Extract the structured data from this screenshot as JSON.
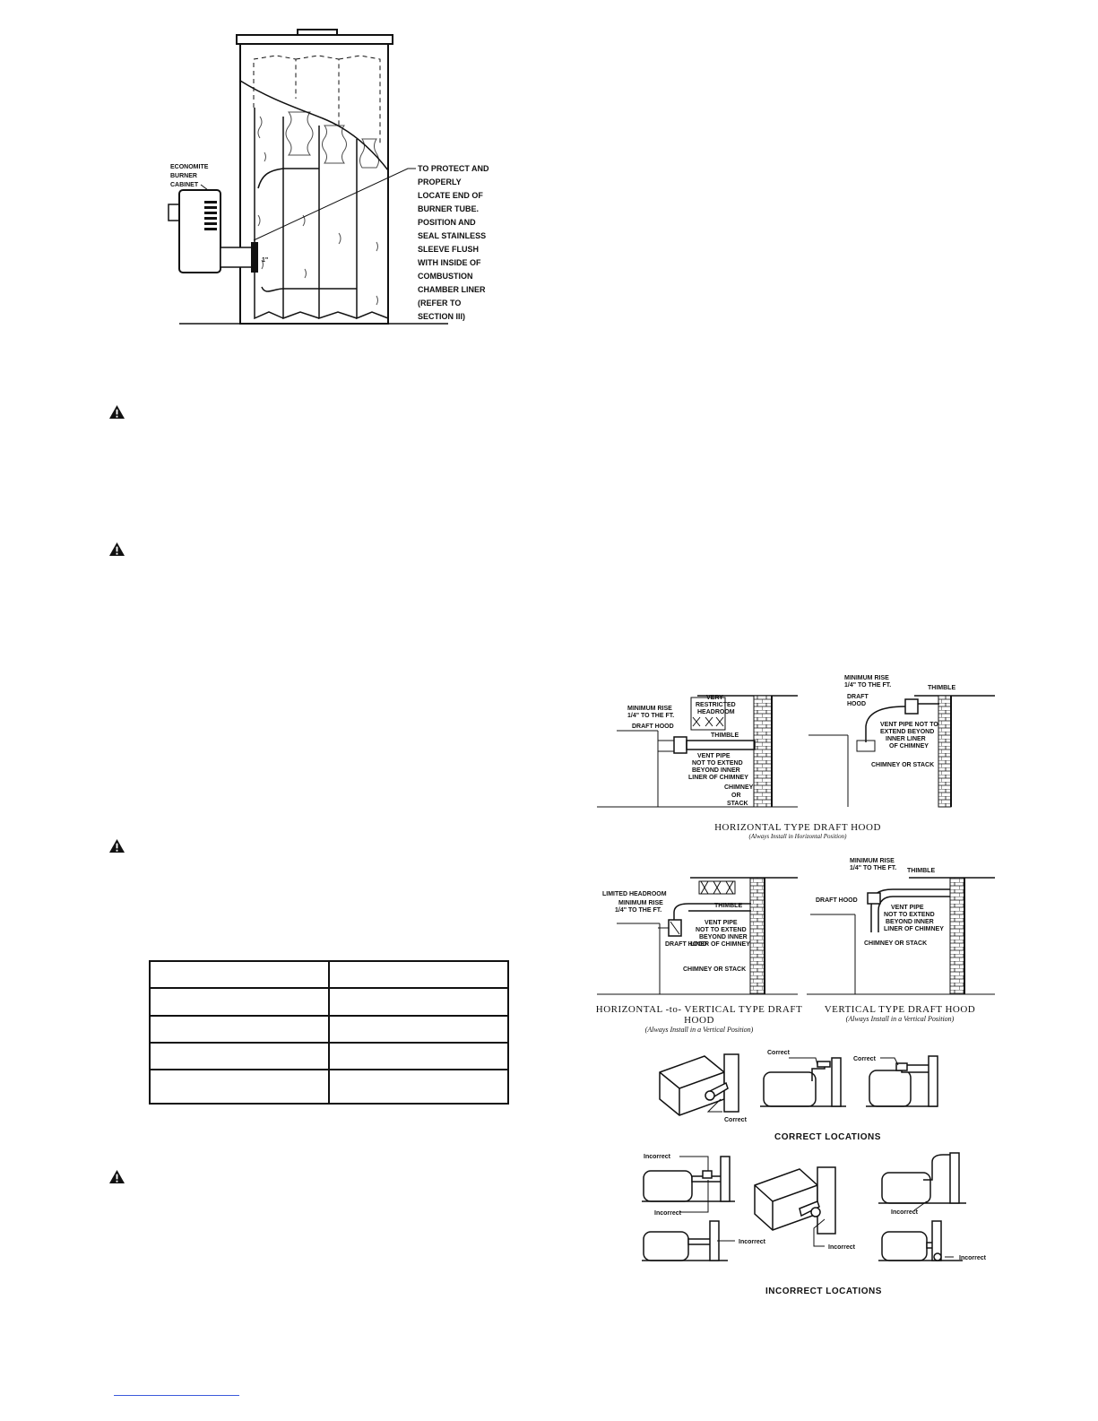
{
  "figure1": {
    "cabinet_label": [
      "ECONOMITE",
      "BURNER",
      "CABINET"
    ],
    "dimension_label": "1\"",
    "note_lines": [
      "TO PROTECT AND",
      "PROPERLY",
      "LOCATE END OF",
      "BURNER TUBE.",
      "POSITION AND",
      "SEAL STAINLESS",
      "SLEEVE FLUSH",
      "WITH INSIDE OF",
      "COMBUSTION",
      "CHAMBER LINER",
      "(REFER TO",
      "SECTION III)"
    ]
  },
  "draft_hood": {
    "horizontal_caption": "HORIZONTAL TYPE DRAFT HOOD",
    "horizontal_sub": "(Always Install in Horizontal Position)",
    "hv_caption": "HORIZONTAL -to- VERTICAL TYPE DRAFT HOOD",
    "hv_sub": "(Always Install in a Vertical Position)",
    "vertical_caption": "VERTICAL TYPE DRAFT HOOD",
    "vertical_sub": "(Always Install in a Vertical Position)",
    "labels": {
      "very_restricted": [
        "VERY",
        "RESTRICTED",
        "HEADROOM"
      ],
      "min_rise": [
        "MINIMUM RISE",
        "1/4\" TO THE FT."
      ],
      "draft_hood": "DRAFT HOOD",
      "draft_hood_split": [
        "DRAFT",
        "HOOD"
      ],
      "thimble": "THIMBLE",
      "vent_pipe_a": [
        "VENT PIPE",
        "NOT TO EXTEND",
        "BEYOND INNER",
        "LINER OF CHIMNEY"
      ],
      "vent_pipe_b": [
        "VENT PIPE NOT TO",
        "EXTEND BEYOND",
        "INNER LINER",
        "OF CHIMNEY"
      ],
      "chimney_stack_split": [
        "CHIMNEY",
        "OR",
        "STACK"
      ],
      "chimney_stack": "CHIMNEY OR STACK",
      "limited_headroom": "LIMITED HEADROOM"
    }
  },
  "locations": {
    "correct_title": "CORRECT LOCATIONS",
    "incorrect_title": "INCORRECT LOCATIONS",
    "correct_label": "Correct",
    "incorrect_label": "Incorrect"
  },
  "spec_table": {
    "rows": [
      [
        "",
        ""
      ],
      [
        "",
        ""
      ],
      [
        "",
        ""
      ],
      [
        "",
        ""
      ],
      [
        "",
        ""
      ]
    ]
  },
  "warnings": {
    "count": 4,
    "icon": "warning-triangle-icon"
  }
}
